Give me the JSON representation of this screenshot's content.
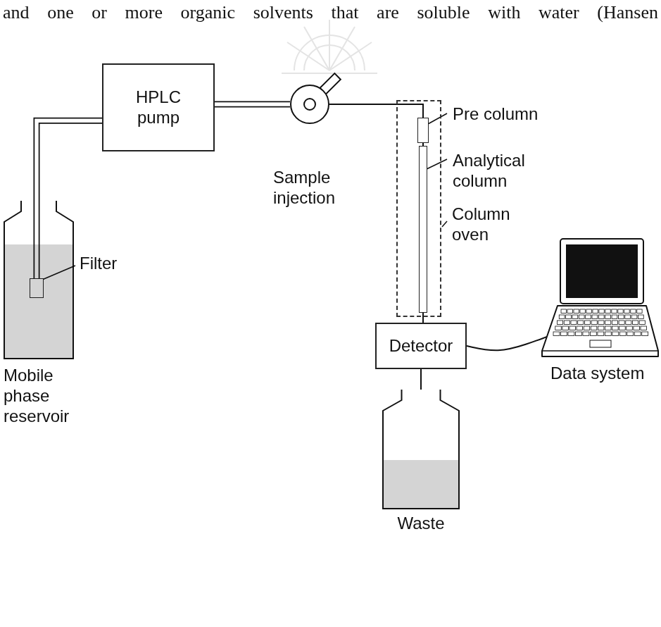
{
  "diagram": {
    "nodes": [
      {
        "text": [
          "Mobile phase reservoir"
        ]
      },
      {
        "text": [
          "Filter"
        ],
        "in": 0
      },
      {
        "text": [
          "HPLC pump"
        ]
      },
      {
        "text": [
          "Sample injection"
        ]
      },
      {
        "text": [
          "Column oven"
        ]
      },
      {
        "text": [
          "Pre column"
        ],
        "in": 4
      },
      {
        "text": [
          "Analytical column"
        ],
        "in": 4
      },
      {
        "text": [
          "Detector"
        ]
      },
      {
        "text": [
          "Data system"
        ]
      },
      {
        "text": [
          "Waste"
        ]
      }
    ],
    "edges": [
      {
        "from": 1,
        "to": 2,
        "arrow": "none"
      },
      {
        "from": 2,
        "to": 3,
        "arrow": "none"
      },
      {
        "from": 3,
        "to": 5,
        "arrow": "none"
      },
      {
        "from": 5,
        "to": 6,
        "arrow": "none"
      },
      {
        "from": 6,
        "to": 7,
        "arrow": "none"
      },
      {
        "from": 7,
        "to": 9,
        "arrow": "none"
      },
      {
        "from": 7,
        "to": 8,
        "arrow": "none"
      }
    ],
    "labels": [
      "and one or more organic solvents that are soluble with water (Hansen"
    ]
  }
}
